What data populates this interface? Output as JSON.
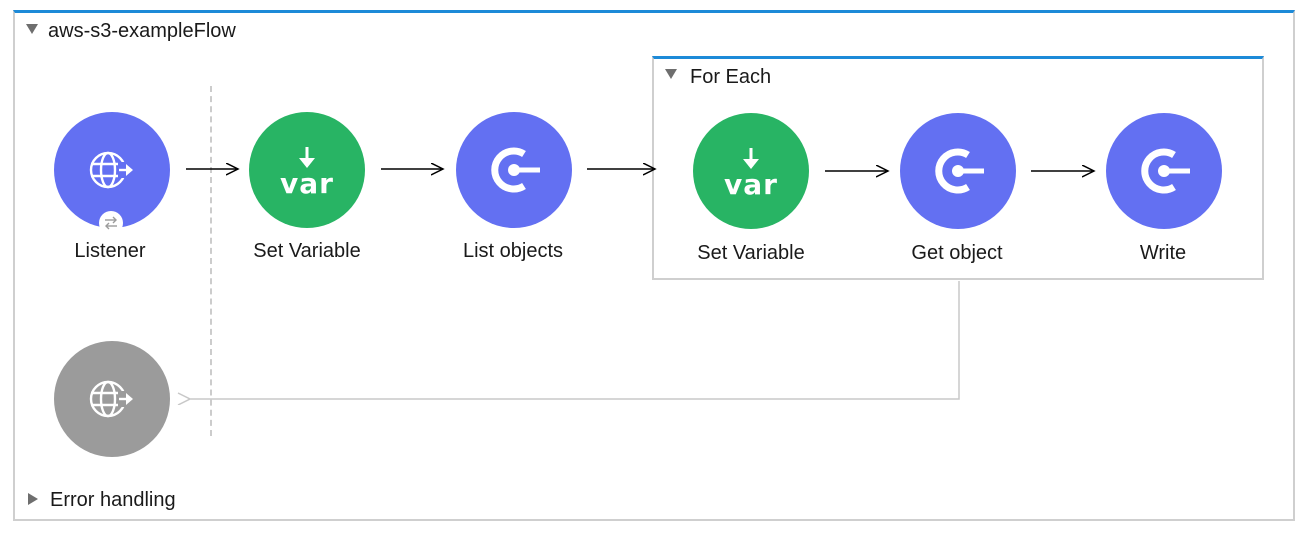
{
  "flow": {
    "title": "aws-s3-exampleFlow"
  },
  "nodes": {
    "listener": {
      "label": "Listener",
      "icon": "globe-arrow-icon",
      "color": "#6370f2"
    },
    "set_variable_1": {
      "label": "Set Variable",
      "icon_text": "var",
      "icon": "var-download-icon",
      "color": "#28b464"
    },
    "list_objects": {
      "label": "List objects",
      "icon": "connector-icon",
      "color": "#6370f2"
    },
    "set_variable_2": {
      "label": "Set Variable",
      "icon_text": "var",
      "icon": "var-download-icon",
      "color": "#28b464"
    },
    "get_object": {
      "label": "Get object",
      "icon": "connector-icon",
      "color": "#6370f2"
    },
    "write": {
      "label": "Write",
      "icon": "connector-icon",
      "color": "#6370f2"
    },
    "response": {
      "icon": "globe-arrow-icon",
      "color": "#9b9b9b"
    }
  },
  "for_each": {
    "title": "For Each"
  },
  "error_handling": {
    "label": "Error handling"
  },
  "colors": {
    "accent": "#1d8ad8",
    "border": "#cfcfcf"
  }
}
